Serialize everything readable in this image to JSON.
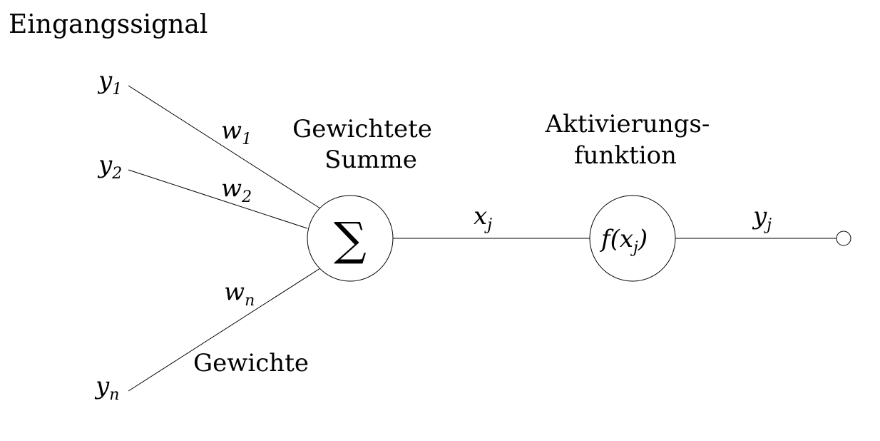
{
  "title": "Eingangssignal",
  "inputs": [
    {
      "base": "y",
      "sub": "1"
    },
    {
      "base": "y",
      "sub": "2"
    },
    {
      "base": "y",
      "sub": "n"
    }
  ],
  "weights": [
    {
      "base": "w",
      "sub": "1"
    },
    {
      "base": "w",
      "sub": "2"
    },
    {
      "base": "w",
      "sub": "n"
    }
  ],
  "weights_label": "Gewichte",
  "sum_label": [
    "Gewichtete",
    "Summe"
  ],
  "sum_symbol": "∑",
  "activation_label": [
    "Aktivierungs-",
    "funktion"
  ],
  "activation_func": {
    "prefix": "f(",
    "base": "x",
    "sub": "j",
    "suffix": ")"
  },
  "edge_x": {
    "base": "x",
    "sub": "j"
  },
  "output": {
    "base": "y",
    "sub": "j"
  }
}
